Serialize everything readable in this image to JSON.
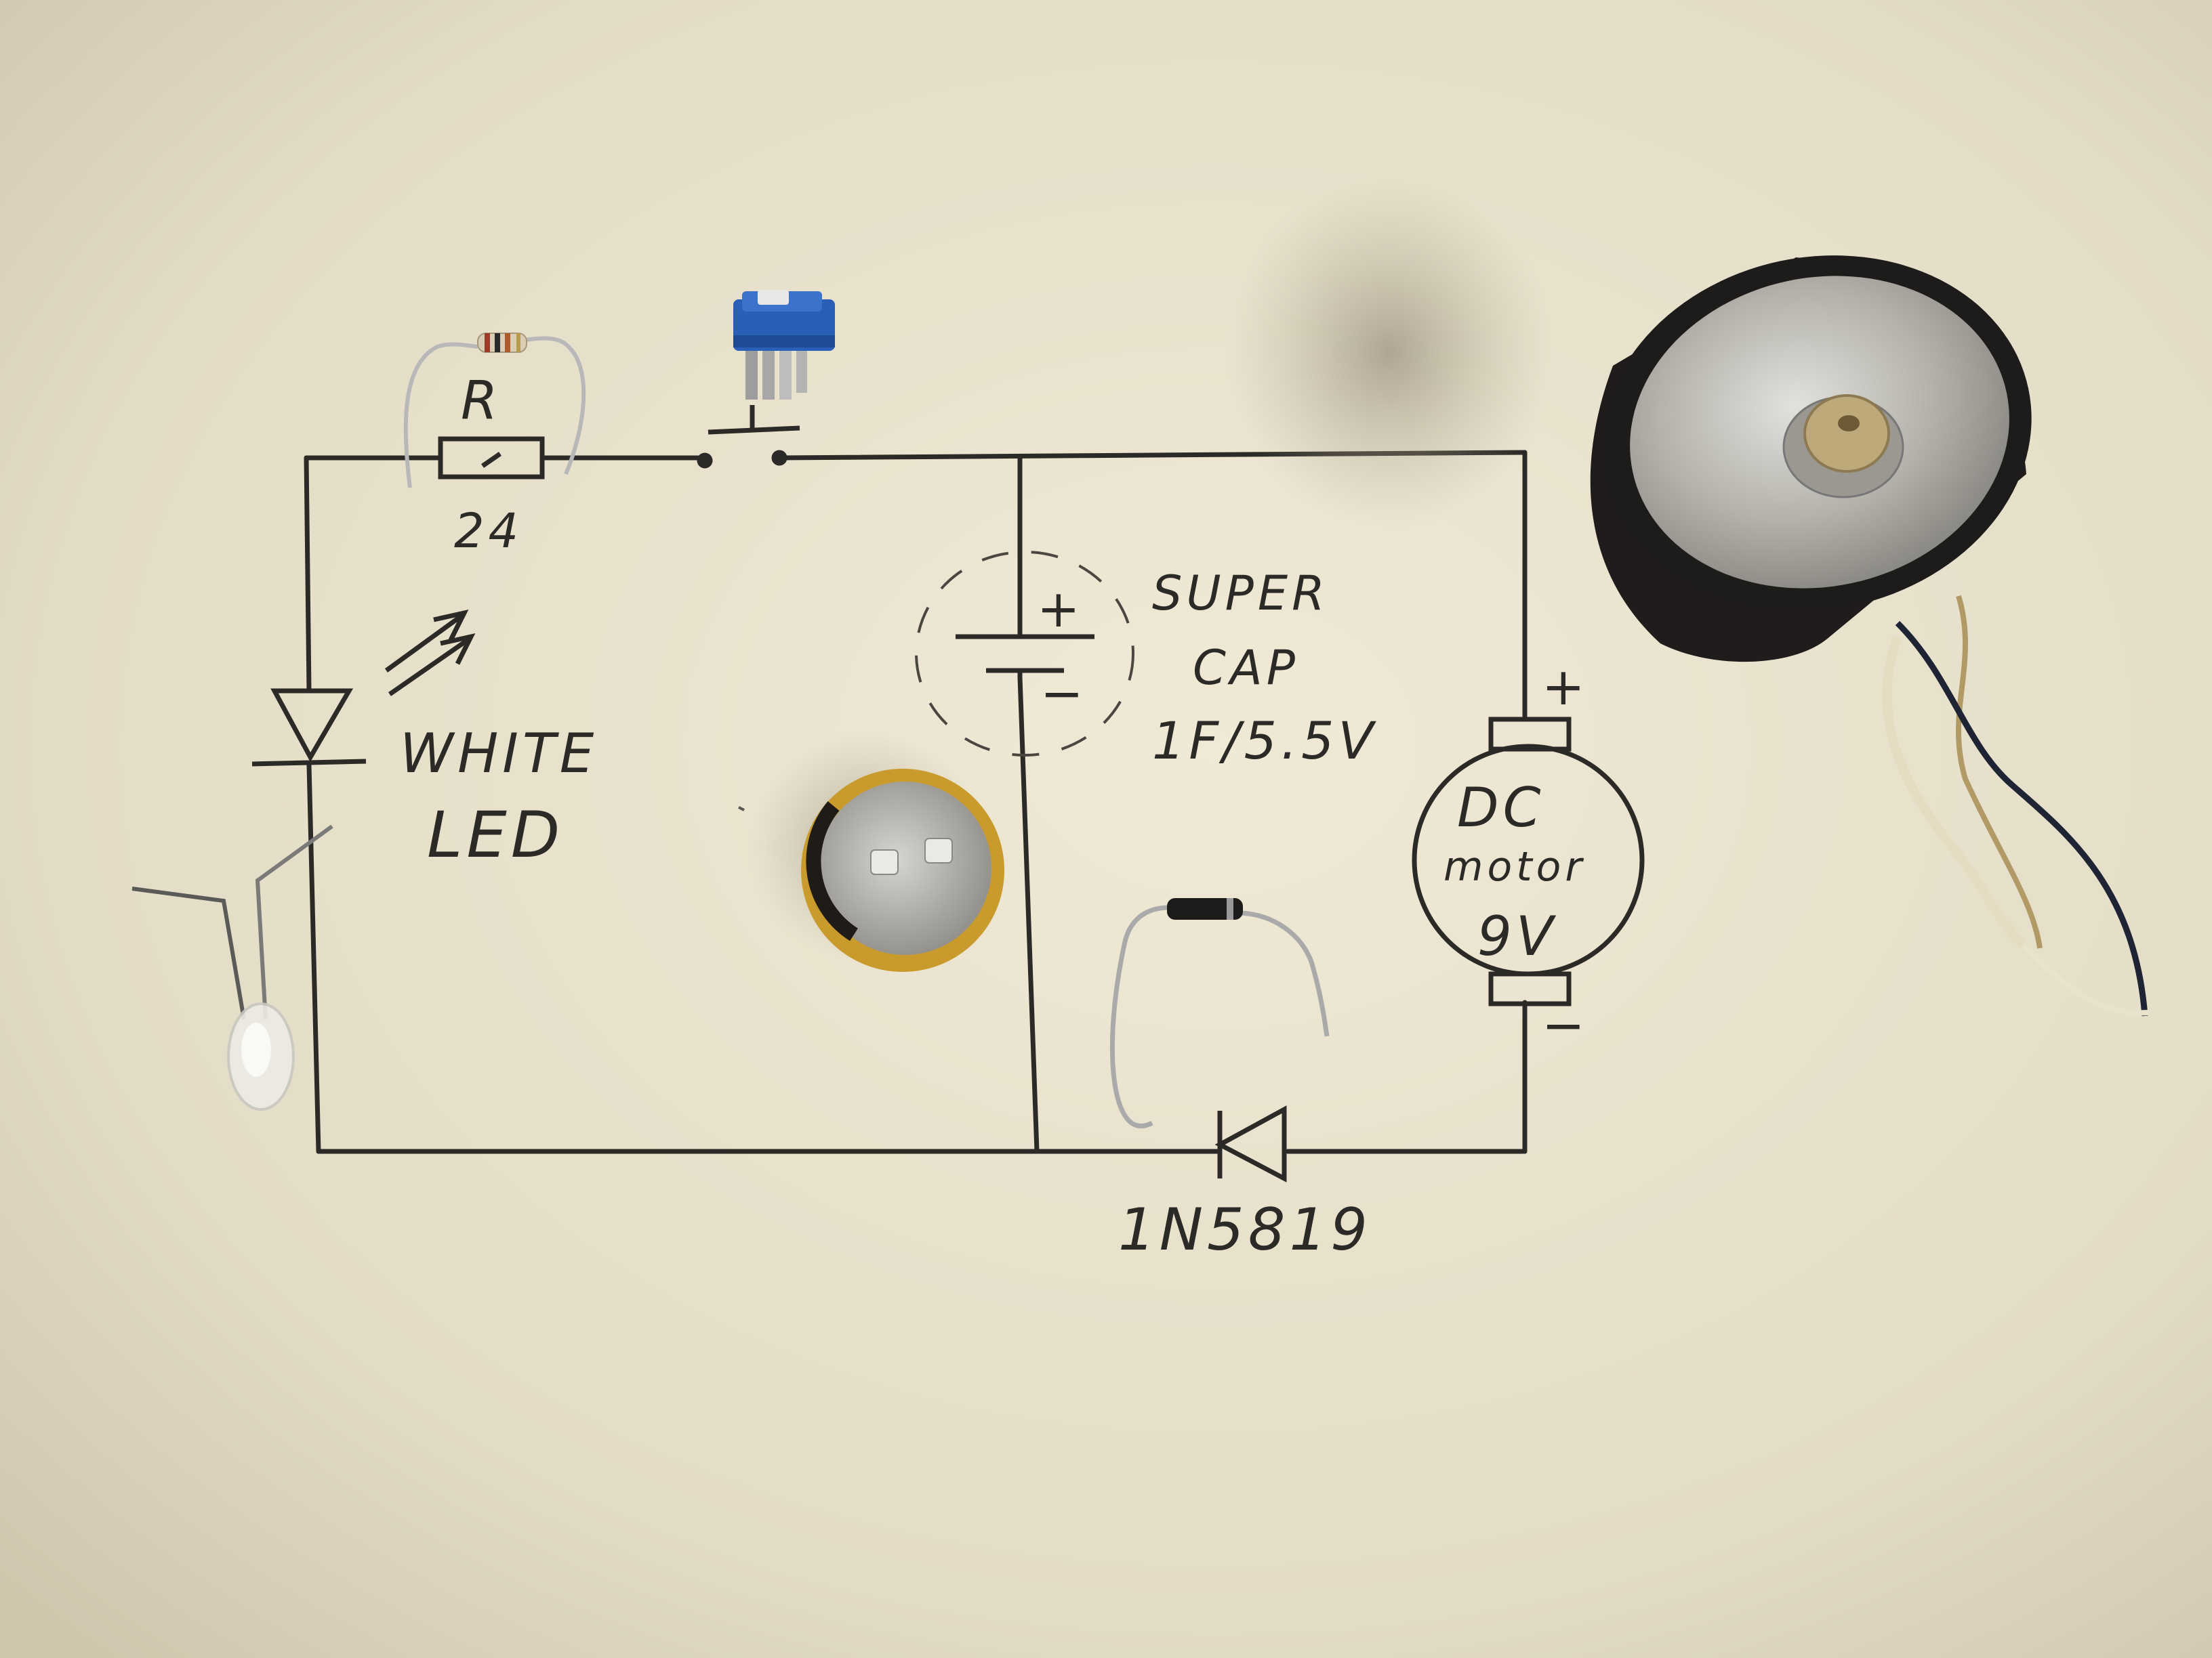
{
  "schematic": {
    "resistor": {
      "symbol": "R",
      "value": "24"
    },
    "led": {
      "line1": "WHITE",
      "line2": "LED"
    },
    "supercap": {
      "line1": "SUPER",
      "line2": "CAP",
      "line3": "1F/5.5V",
      "plus": "+",
      "minus": "−"
    },
    "motor": {
      "line1": "DC",
      "line2": "motor",
      "line3": "9V",
      "plus": "+",
      "minus": "−"
    },
    "diode": {
      "part": "1N5819"
    }
  },
  "photo_components": [
    "resistor",
    "push-button",
    "white-led",
    "supercapacitor",
    "diode",
    "dc-motor"
  ],
  "colors": {
    "paper": "#e6dfcb",
    "pencil": "#2c2a27",
    "button_blue": "#2a5fb8",
    "supercap_gold": "#c99a2c",
    "motor_body": "#1e1c1b",
    "motor_face": "#b9b7b0"
  }
}
